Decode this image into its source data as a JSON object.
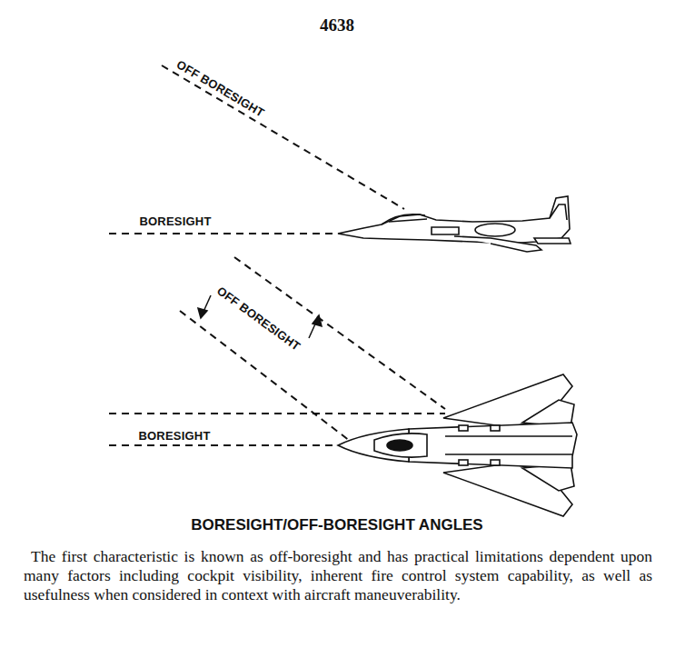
{
  "diagram": {
    "title": "BORESIGHT/OFF-BORESIGHT ANGLES",
    "caption": "The first characteristic is known as off-boresight and has practical limitations dependent upon many factors including cockpit visibility, inherent fire control system capability, as well as usefulness when considered in context with aircraft maneuverability.",
    "labels": [
      "4638",
      "OFF BORESIGHT",
      "BORESIGHT",
      "OFF BORESIGHT",
      "BORESIGHT"
    ]
  }
}
